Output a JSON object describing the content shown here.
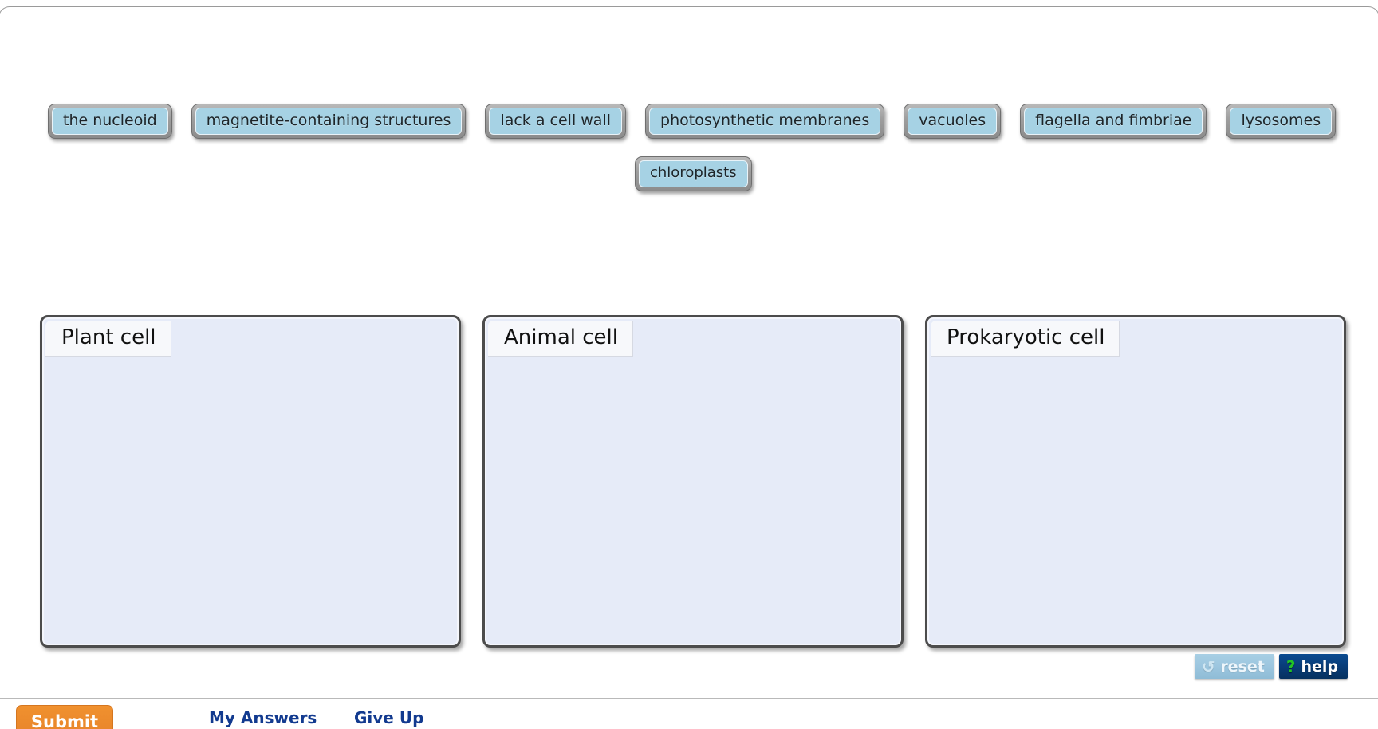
{
  "tokens": {
    "row_1": [
      {
        "label": "the nucleoid"
      },
      {
        "label": "magnetite-containing structures"
      },
      {
        "label": "lack a cell wall"
      },
      {
        "label": "photosynthetic membranes"
      },
      {
        "label": "vacuoles"
      },
      {
        "label": "flagella and fimbriae"
      },
      {
        "label": "lysosomes"
      }
    ],
    "row_2": [
      {
        "label": "chloroplasts"
      }
    ]
  },
  "bins": [
    {
      "label": "Plant cell",
      "items": []
    },
    {
      "label": "Animal cell",
      "items": []
    },
    {
      "label": "Prokaryotic cell",
      "items": []
    }
  ],
  "toolbar": {
    "reset_label": "reset",
    "reset_icon": "reset-arrow-icon",
    "help_label": "help",
    "help_icon": "question-mark-icon"
  },
  "bottom": {
    "submit_label": "Submit",
    "my_answers_label": "My Answers",
    "give_up_label": "Give Up"
  },
  "colors": {
    "token_fill": "#a6d2e4",
    "token_bevel": "#9d9d9d",
    "bin_fill": "#e6ebf8",
    "bin_border": "#4c4c4c",
    "help_blue": "#083b75",
    "help_green": "#22c425",
    "submit_orange": "#e8842a",
    "link_blue": "#123a8f"
  }
}
